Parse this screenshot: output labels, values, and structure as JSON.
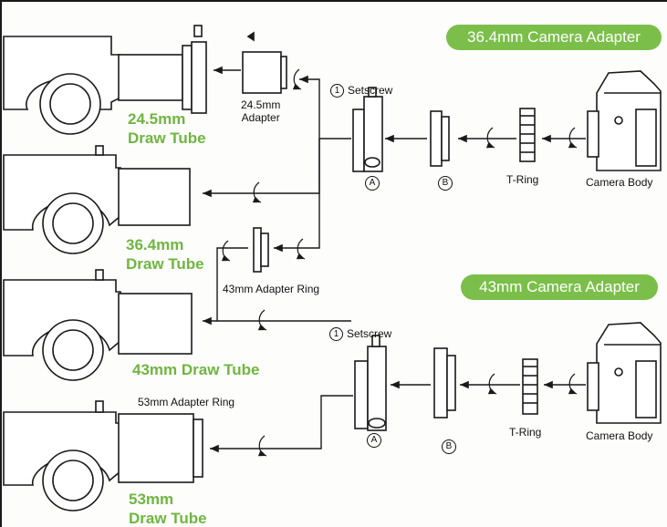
{
  "adapters": {
    "adapter_364": {
      "title": "36.4mm Camera Adapter"
    },
    "adapter_43": {
      "title": "43mm Camera Adapter"
    }
  },
  "draw_tubes": {
    "tube_245": "24.5mm\nDraw Tube",
    "tube_364": "36.4mm\nDraw Tube",
    "tube_43": "43mm Draw Tube",
    "tube_53": "53mm\nDraw Tube"
  },
  "parts": {
    "adapter_245": "24.5mm\nAdapter",
    "setscrew_top": "Setscrew",
    "setscrew_bottom": "Setscrew",
    "setscrew_number": "1",
    "ring_43": "43mm Adapter Ring",
    "ring_53": "53mm Adapter Ring",
    "t_ring_top": "T-Ring",
    "t_ring_bottom": "T-Ring",
    "camera_top": "Camera Body",
    "camera_bottom": "Camera Body",
    "part_a": "A",
    "part_b": "B"
  },
  "colors": {
    "accent_green": "#7bbf4a",
    "label_green": "#6fb640",
    "line": "#1a1a1a"
  }
}
